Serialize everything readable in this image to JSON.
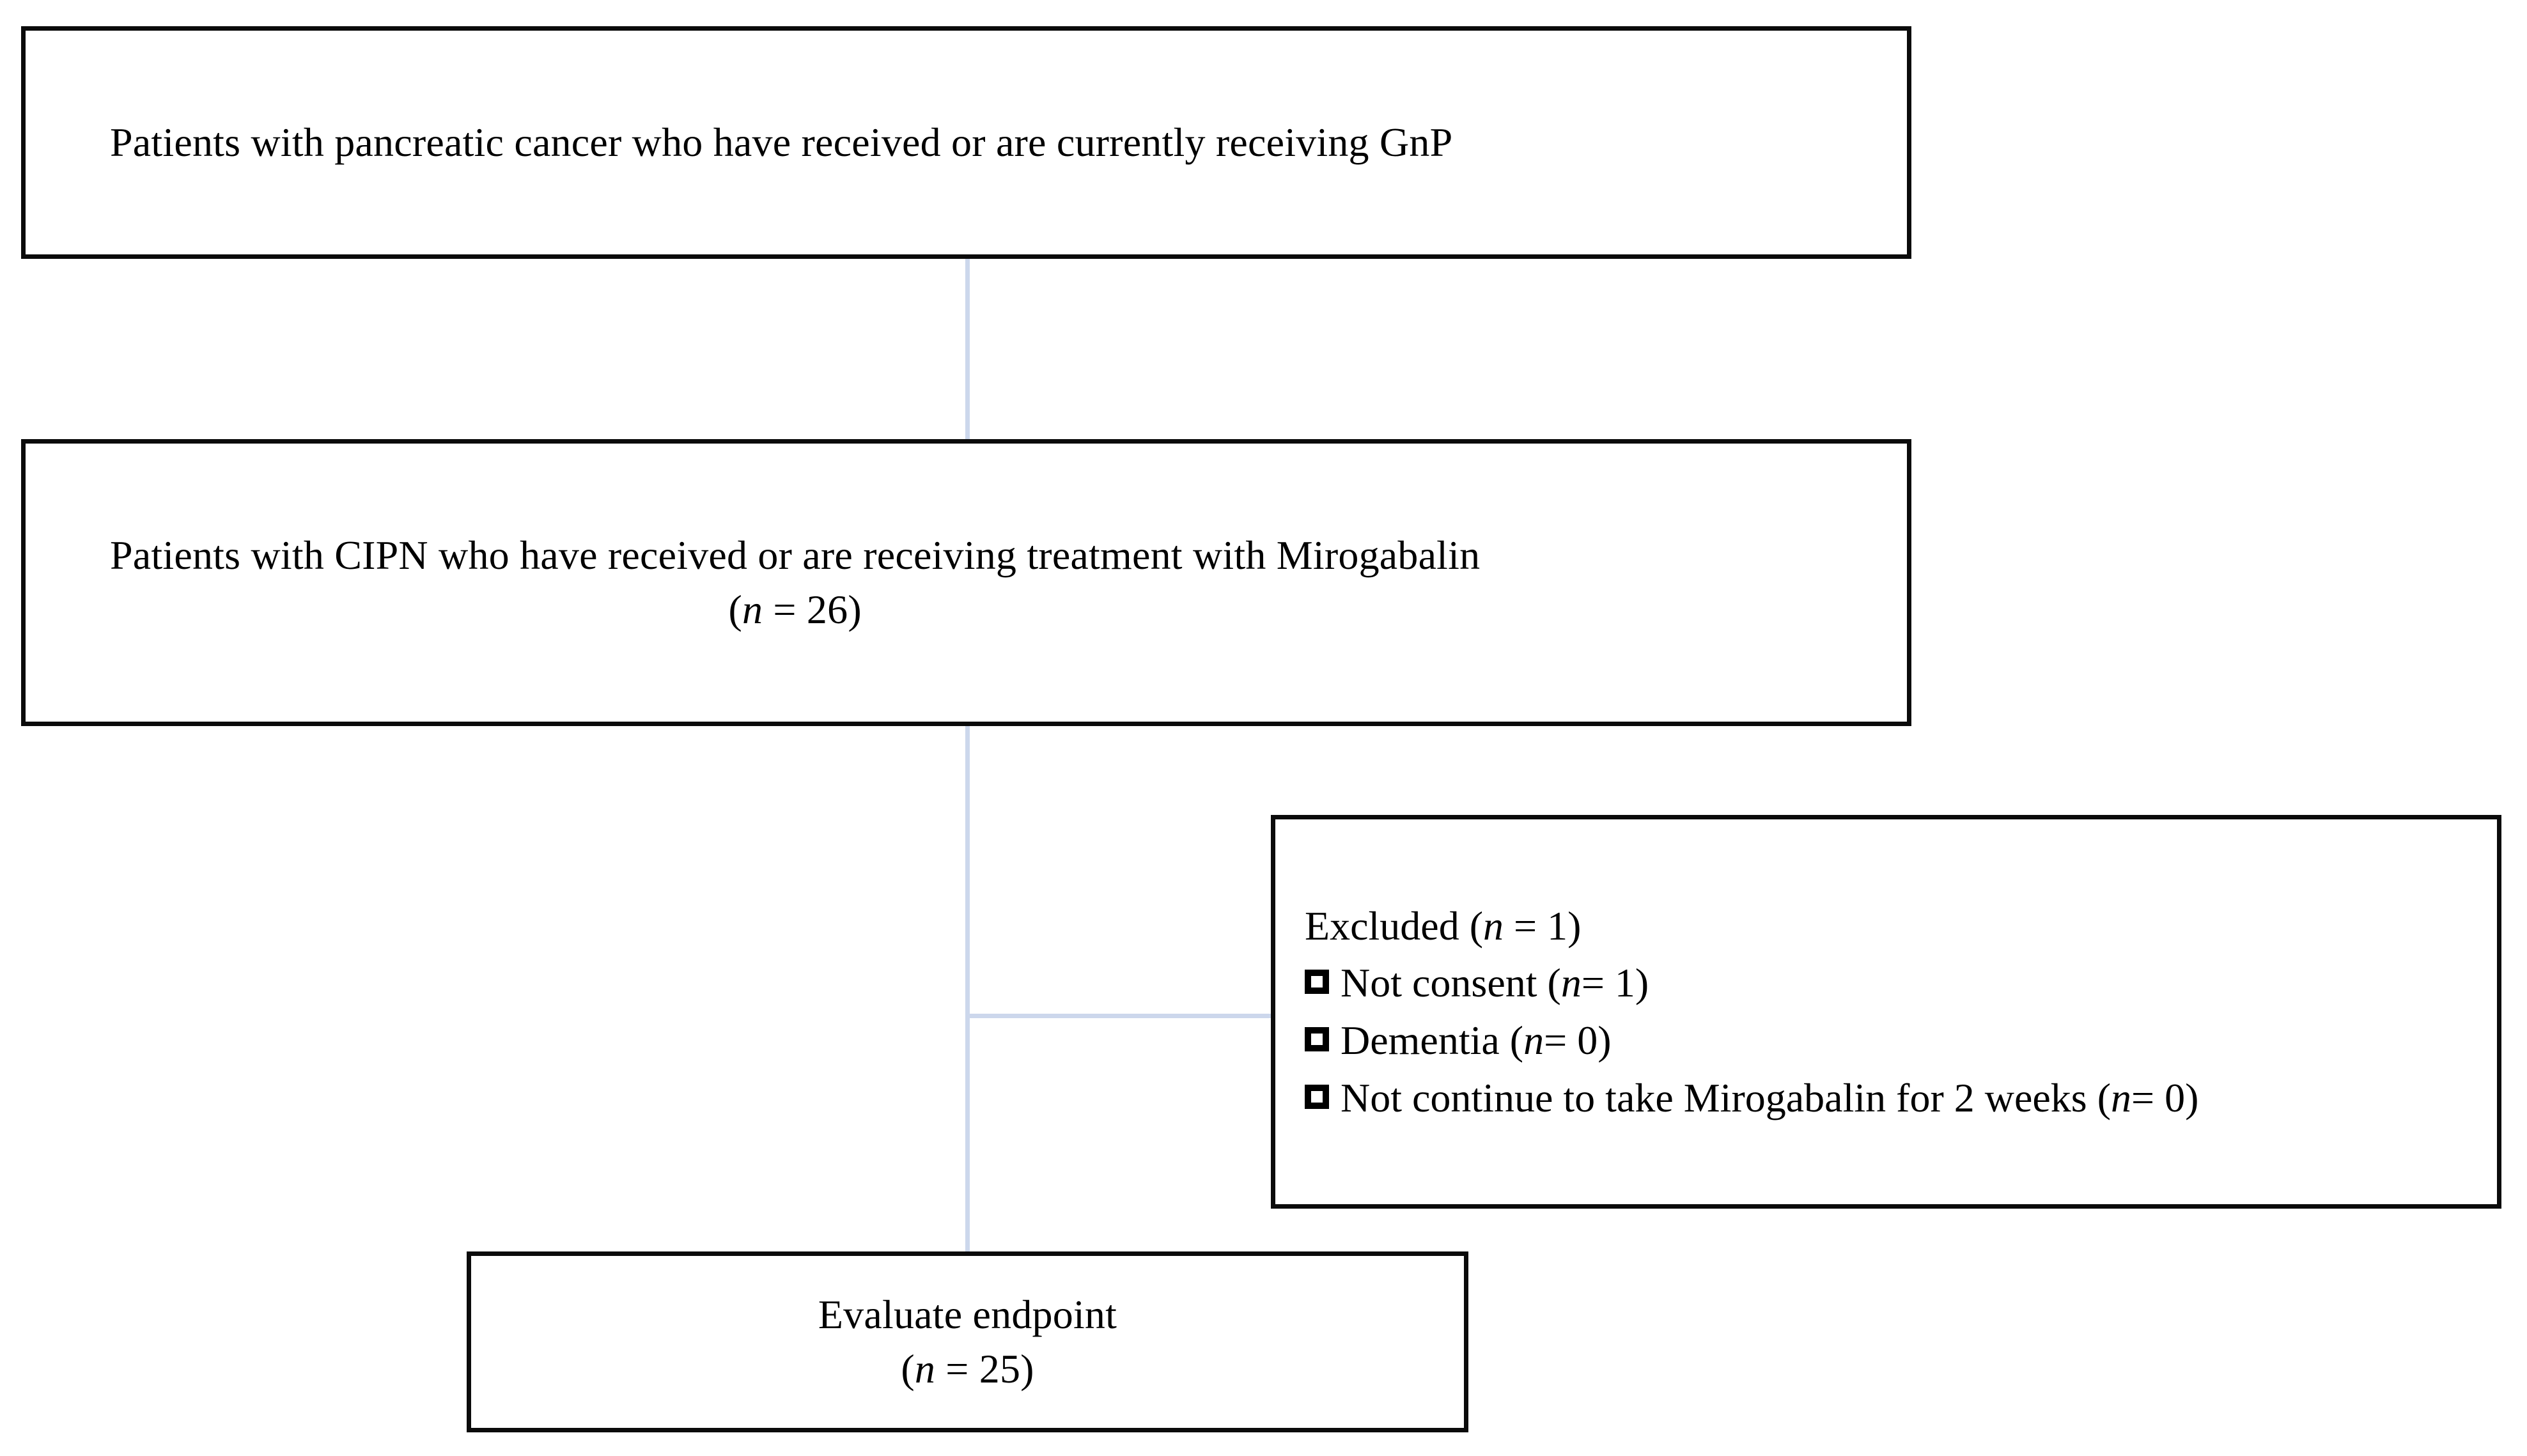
{
  "diagram": {
    "type": "flowchart",
    "title": "Patient enrollment flow diagram",
    "accent_line_color": "#ccd7ec",
    "border_color": "#0b0b0b",
    "background_color": "#ffffff"
  },
  "boxes": {
    "enrollment": {
      "name": "enrollment-box",
      "line1": "Patients with pancreatic cancer who have received or are currently receiving GnP"
    },
    "cipn": {
      "name": "cipn-box",
      "line1": "Patients with CIPN who have received or are receiving treatment with Mirogabalin",
      "count_open": "(",
      "count_var": "n",
      "count_eq": " = 26",
      "count_close": ")",
      "count_text": "(n = 26)",
      "n_value": 26
    },
    "excluded": {
      "name": "excluded-box",
      "title_prefix": "Excluded (",
      "title_var": "n",
      "title_suffix": " = 1)",
      "title_text": "Excluded (n = 1)",
      "n_value": 1,
      "items": [
        {
          "label": "Not consent (",
          "var": "n",
          "suffix": " = 1)",
          "text": "Not consent (n = 1)",
          "n_value": 1,
          "bullet": "square-outline-bullet"
        },
        {
          "label": "Dementia (",
          "var": "n",
          "suffix": " = 0)",
          "text": "Dementia (n = 0)",
          "n_value": 0,
          "bullet": "square-outline-bullet"
        },
        {
          "label": "Not continue to take Mirogabalin for 2 weeks (",
          "var": "n",
          "suffix": " = 0)",
          "text": "Not continue to take Mirogabalin for 2 weeks (n = 0)",
          "n_value": 0,
          "bullet": "square-outline-bullet"
        }
      ]
    },
    "endpoint": {
      "name": "endpoint-box",
      "line1": "Evaluate endpoint",
      "count_open": "(",
      "count_var": "n",
      "count_eq": " = 25",
      "count_close": ")",
      "count_text": "(n = 25)",
      "n_value": 25
    }
  },
  "connectors": [
    {
      "name": "connector-enrollment-to-cipn",
      "orientation": "vertical"
    },
    {
      "name": "connector-cipn-to-endpoint",
      "orientation": "vertical"
    },
    {
      "name": "connector-to-excluded",
      "orientation": "horizontal"
    }
  ]
}
